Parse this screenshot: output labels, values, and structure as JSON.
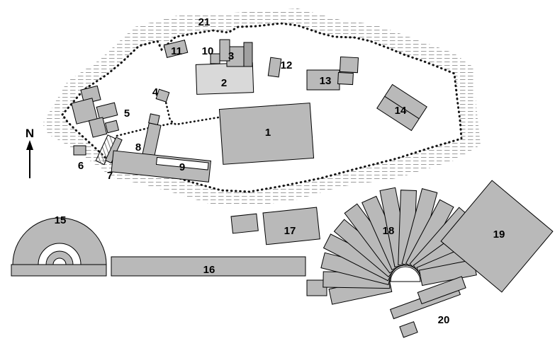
{
  "map": {
    "type": "archaeological-site-plan",
    "north_label": "N",
    "markers": {
      "m1": "1",
      "m2": "2",
      "m3": "3",
      "m4": "4",
      "m5": "5",
      "m6": "6",
      "m7": "7",
      "m8": "8",
      "m9": "9",
      "m10": "10",
      "m11": "11",
      "m12": "12",
      "m13": "13",
      "m14": "14",
      "m15": "15",
      "m16": "16",
      "m17": "17",
      "m18": "18",
      "m19": "19",
      "m20": "20",
      "m21": "21"
    }
  },
  "colors": {
    "background": "#ffffff",
    "building_fill": "#b9b9b9",
    "building_light": "#d9d9d9",
    "building_dark": "#a0a0a0",
    "outline": "#000000",
    "hatch_lines": "#9c9c9c",
    "boundary_dots": "#141414"
  }
}
